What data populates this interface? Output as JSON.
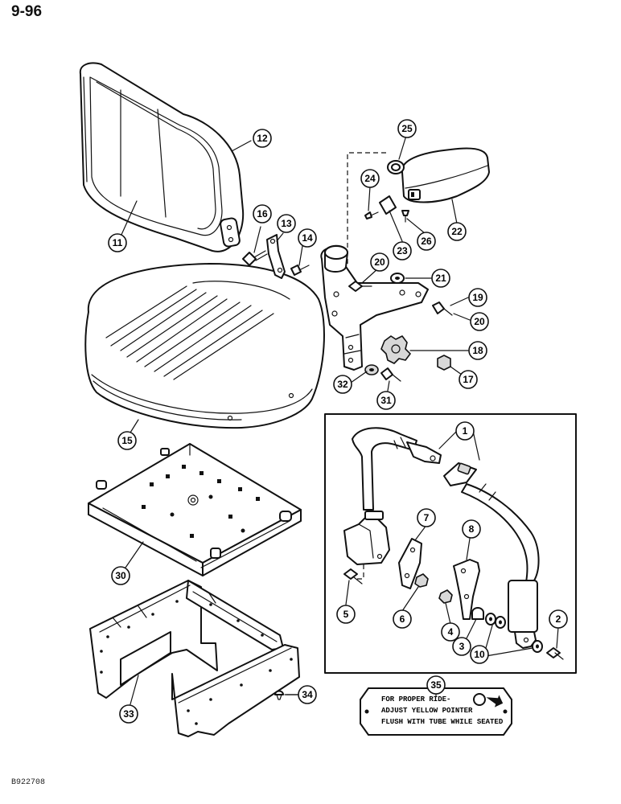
{
  "page_number": "9-96",
  "drawing_code": "B922708",
  "decal_text": [
    "FOR PROPER RIDE-",
    "ADJUST YELLOW POINTER",
    "FLUSH WITH TUBE WHILE SEATED"
  ],
  "callouts": {
    "c1": "1",
    "c2": "2",
    "c3": "3",
    "c4": "4",
    "c5": "5",
    "c6": "6",
    "c7": "7",
    "c8": "8",
    "c10": "10",
    "c11": "11",
    "c12": "12",
    "c13": "13",
    "c14": "14",
    "c15": "15",
    "c16": "16",
    "c17": "17",
    "c18": "18",
    "c19": "19",
    "c20a": "20",
    "c20b": "20",
    "c21": "21",
    "c22": "22",
    "c23": "23",
    "c24": "24",
    "c25": "25",
    "c26": "26",
    "c30": "30",
    "c31": "31",
    "c32": "32",
    "c33": "33",
    "c34": "34",
    "c35": "35"
  }
}
